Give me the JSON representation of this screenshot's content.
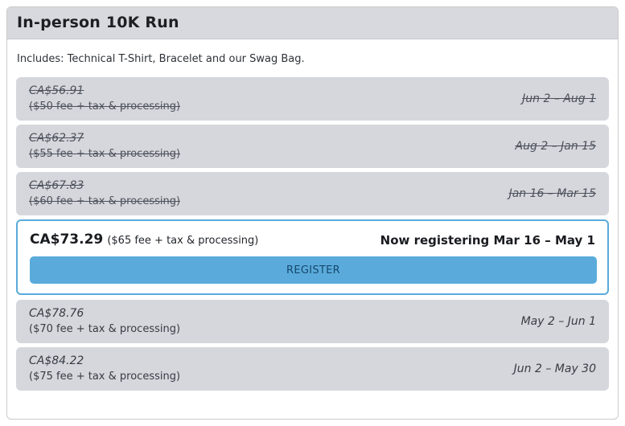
{
  "card": {
    "title": "In-person 10K Run",
    "description": "Includes: Technical T-Shirt, Bracelet and our Swag Bag."
  },
  "colors": {
    "header_bg": "#d8d9de",
    "tier_bg": "#d6d7dd",
    "card_border": "#cbcbcb",
    "accent_blue": "#5aabdb",
    "button_text_navy": "#17486e",
    "expired_text": "#4d525b"
  },
  "tiers": [
    {
      "price": "CA$56.91",
      "fee": "($50 fee + tax & processing)",
      "dates": "Jun 2 – Aug 1",
      "status": "expired"
    },
    {
      "price": "CA$62.37",
      "fee": "($55 fee + tax & processing)",
      "dates": "Aug 2 – Jan 15",
      "status": "expired"
    },
    {
      "price": "CA$67.83",
      "fee": "($60 fee + tax & processing)",
      "dates": "Jan 16 – Mar 15",
      "status": "expired"
    },
    {
      "price": "CA$73.29",
      "fee": "($65 fee + tax & processing)",
      "dates": "Now registering Mar 16 – May 1",
      "status": "active",
      "button_label": "REGISTER"
    },
    {
      "price": "CA$78.76",
      "fee": "($70 fee + tax & processing)",
      "dates": "May 2 – Jun 1",
      "status": "upcoming"
    },
    {
      "price": "CA$84.22",
      "fee": "($75 fee + tax & processing)",
      "dates": "Jun 2 – May 30",
      "status": "upcoming"
    }
  ]
}
